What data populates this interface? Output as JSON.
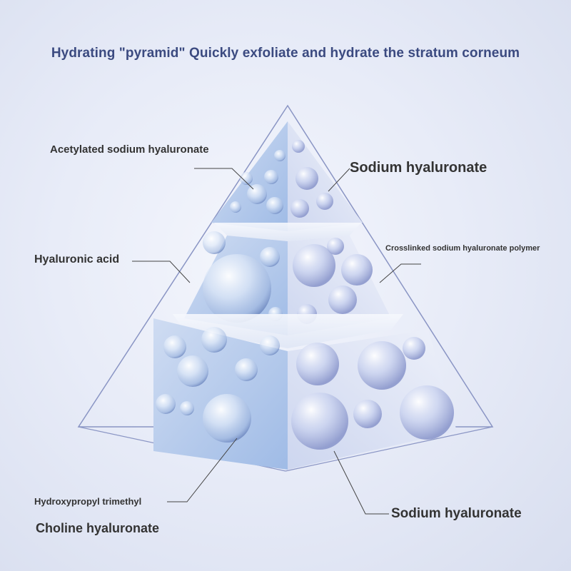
{
  "title": "Hydrating \"pyramid\" Quickly exfoliate and hydrate the stratum corneum",
  "labels": {
    "acetylated": "Acetylated sodium hyaluronate",
    "sodium_top": "Sodium hyaluronate",
    "hyaluronic_acid": "Hyaluronic acid",
    "crosslinked": "Crosslinked sodium hyaluronate polymer",
    "hydroxypropyl": "Hydroxypropyl trimethyl",
    "choline": "Choline hyaluronate",
    "sodium_bottom": "Sodium hyaluronate"
  },
  "colors": {
    "title": "#3b4a80",
    "label": "#333333",
    "tier_left": "#a9c2ea",
    "tier_right": "#dde4f4",
    "outline": "#8a95c4"
  }
}
